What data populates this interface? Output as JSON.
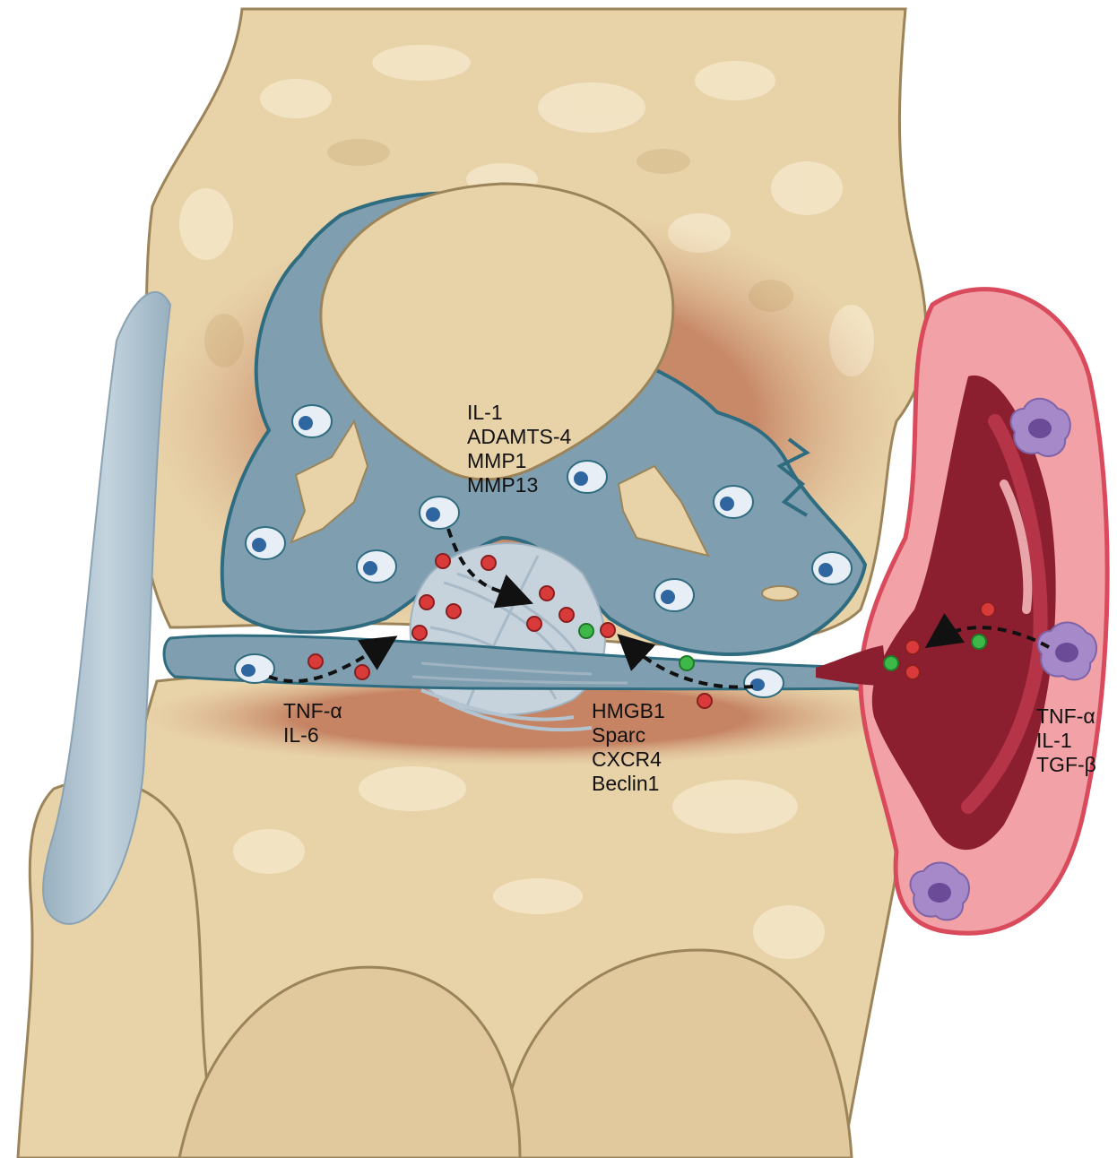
{
  "labels": {
    "cartilage_factors": [
      "IL-1",
      "ADAMTS-4",
      "MMP1",
      "MMP13"
    ],
    "meniscus_left_factors": [
      "TNF-α",
      "IL-6"
    ],
    "meniscus_right_factors": [
      "HMGB1",
      "Sparc",
      "CXCR4",
      "Beclin1"
    ],
    "synovium_factors": [
      "TNF-α",
      "IL-1",
      "TGF-β"
    ]
  },
  "colors": {
    "bone": "#e8d2a8",
    "bone_outline": "#9c845a",
    "bone_highlight": "#f3e6c8",
    "inflamed_rim": "#b8664a",
    "cartilage": "#7f9fb0",
    "cartilage_outline": "#2f6c80",
    "ligament": "#a9bfcd",
    "synovium_outer": "#f2a2a6",
    "synovium_outline": "#d84a5c",
    "synovium_inner": "#8b1f2f",
    "macrophage": "#a589c9",
    "pro_inflammatory_dot": "#d93a3a",
    "anti_inflammatory_dot": "#3fb84a",
    "chondrocyte_nucleus": "#2f66a0"
  }
}
